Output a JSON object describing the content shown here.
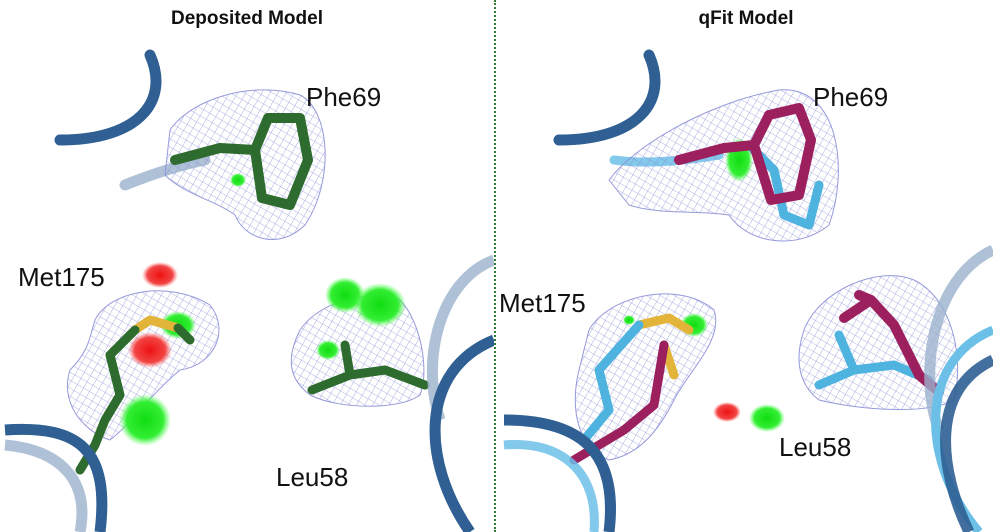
{
  "panels": [
    {
      "title": "Deposited Model",
      "labels": {
        "top_residue": "Phe69",
        "left_residue": "Met175",
        "right_residue": "Leu58"
      },
      "stick_color": "#2e6b2e"
    },
    {
      "title": "qFit Model",
      "labels": {
        "top_residue": "Phe69",
        "left_residue": "Met175",
        "right_residue": "Leu58"
      },
      "stick_color": "#9c1f5e",
      "alt_stick_color": "#4fb3df"
    }
  ],
  "colors": {
    "backbone": "#2f5f93",
    "backbone_light": "#9bb2cc",
    "mesh": "#8a8fd6",
    "positive_density": "#22dd22",
    "negative_density": "#ee2222",
    "sulfur": "#e2b53a",
    "divider": "#2e7d32"
  }
}
